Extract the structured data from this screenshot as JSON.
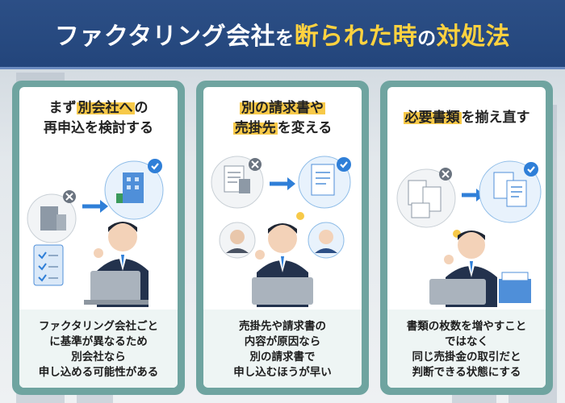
{
  "title": {
    "part1": "ファクタリング会社",
    "part2": "を",
    "part3": "断られた時",
    "part4": "の",
    "part5": "対処法"
  },
  "cards": [
    {
      "heading_pre": "まず",
      "heading_mark": "別会社へ",
      "heading_post": "の",
      "heading_line2": "再申込を検討する",
      "body": [
        "ファクタリング会社ごと",
        "に基準が異なるため",
        "別会社なら",
        "申し込める可能性がある"
      ]
    },
    {
      "heading_mark": "別の請求書や",
      "heading_line2_mark": "売掛先",
      "heading_line2_post": "を変える",
      "body": [
        "売掛先や請求書の",
        "内容が原因なら",
        "別の請求書で",
        "申し込むほうが早い"
      ]
    },
    {
      "heading_mark": "必要書類",
      "heading_post": "を揃え直す",
      "body": [
        "書類の枚数を増やすこと",
        "ではなく",
        "同じ売掛金の取引だと",
        "判断できる状態にする"
      ]
    }
  ],
  "colors": {
    "header": "#2c4f86",
    "highlight": "#ffd23f",
    "card_frame": "#6fa4a0",
    "marker": "#f7c948",
    "accent_blue": "#2f7fd8"
  }
}
